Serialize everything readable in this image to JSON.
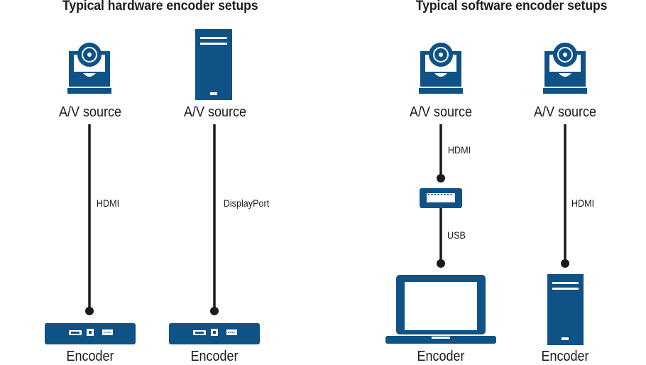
{
  "hardware": {
    "title": "Typical hardware encoder setups",
    "setups": [
      {
        "source_label": "A/V source",
        "source_icon": "ptz-camera-icon",
        "cable": "HDMI",
        "encoder_label": "Encoder",
        "encoder_icon": "encoder-box-icon"
      },
      {
        "source_label": "A/V source",
        "source_icon": "tower-pc-icon",
        "cable": "DisplayPort",
        "encoder_label": "Encoder",
        "encoder_icon": "encoder-box-icon"
      }
    ]
  },
  "software": {
    "title": "Typical software encoder setups",
    "setups": [
      {
        "source_label": "A/V source",
        "source_icon": "ptz-camera-icon",
        "cable": "HDMI",
        "adapter_icon": "usb-capture-card-icon",
        "cable2": "USB",
        "encoder_label": "Encoder",
        "encoder_icon": "laptop-icon"
      },
      {
        "source_label": "A/V source",
        "source_icon": "ptz-camera-icon",
        "cable": "HDMI",
        "encoder_label": "Encoder",
        "encoder_icon": "tower-pc-icon"
      }
    ]
  },
  "colors": {
    "icon": "#0f5286",
    "line": "#1a1a1a",
    "text": "#1a1a1a"
  }
}
